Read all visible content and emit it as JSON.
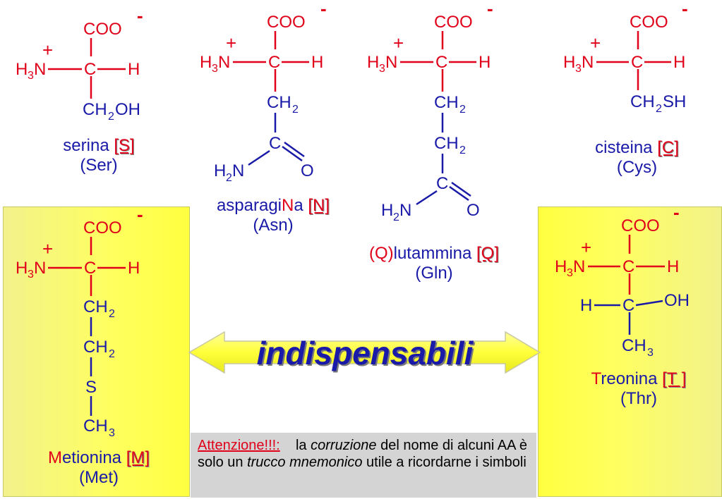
{
  "colors": {
    "formula_red": "#e0001a",
    "formula_blue": "#1a1aa8",
    "panel_yellow": "#ffff5e",
    "note_gray": "#d4d4d4"
  },
  "serina": {
    "name": "serina",
    "code": "[S]",
    "abbr": "(Ser)"
  },
  "asparagina": {
    "name_a": "asparagi",
    "name_n": "N",
    "name_b": "a",
    "code": "[N]",
    "abbr": "(Asn)"
  },
  "glutammina": {
    "name_q": "(Q)",
    "name_rest": "lutammina",
    "code": "[Q]",
    "abbr": "(Gln)"
  },
  "cisteina": {
    "name": "cisteina",
    "code": "[C]",
    "abbr": "(Cys)"
  },
  "metionina": {
    "initial": "M",
    "rest": "etionina",
    "code": "[M]",
    "abbr": "(Met)"
  },
  "treonina": {
    "initial": "T",
    "rest": "reonina",
    "code": "[T ]",
    "abbr": "(Thr)"
  },
  "arrow_label": "indispensabili",
  "note": {
    "attention": "Attenzione!!!:",
    "part1": "la",
    "italic1": "corruzione",
    "part2": "del nome di alcuni AA è solo un",
    "italic2": "trucco mnemonico",
    "part3": "utile a ricordarne i simboli"
  }
}
